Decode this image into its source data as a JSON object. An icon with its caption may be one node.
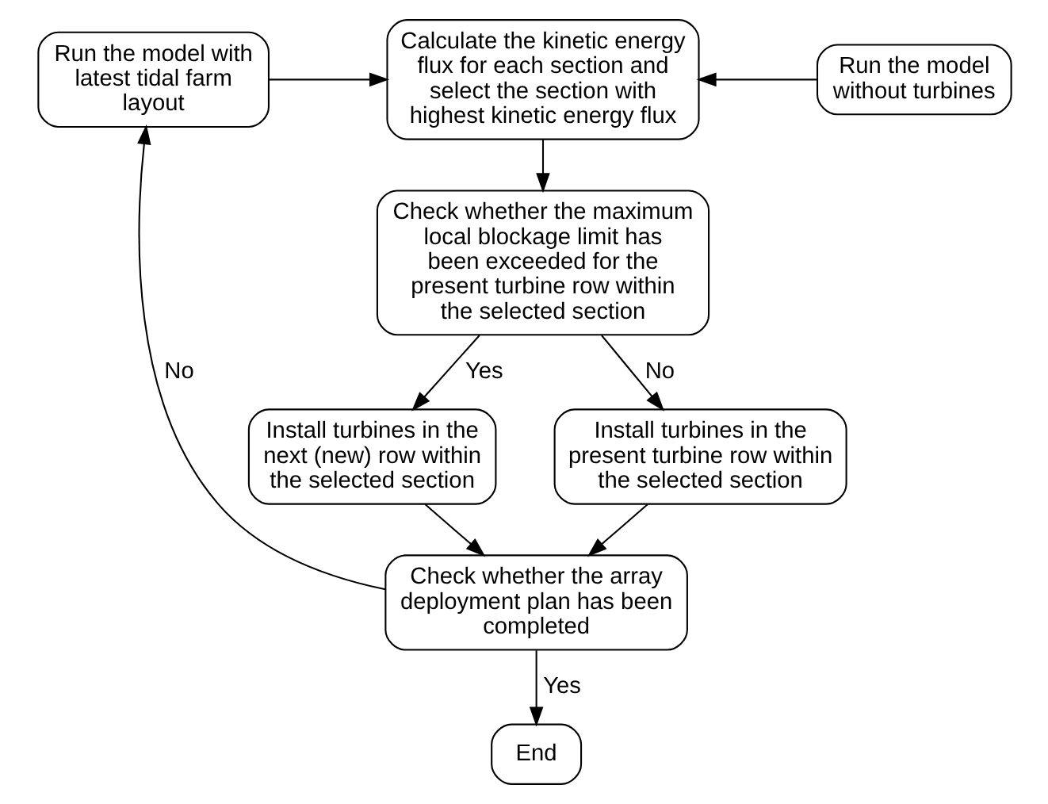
{
  "diagram": {
    "nodes": [
      {
        "text": [
          "Run the model with latest tidal farm layout"
        ]
      },
      {
        "text": [
          "Calculate the kinetic energy flux for each section and select the section with highest kinetic energy flux"
        ]
      },
      {
        "text": [
          "Run the model without turbines"
        ]
      },
      {
        "text": [
          "Check whether the maximum local blockage limit has been exceeded for the present turbine row within the selected section"
        ]
      },
      {
        "text": [
          "Install turbines in the next (new) row within the selected section"
        ]
      },
      {
        "text": [
          "Install turbines in the present turbine row within the selected section"
        ]
      },
      {
        "text": [
          "Check whether the array deployment plan has been completed"
        ]
      },
      {
        "text": [
          "End"
        ]
      }
    ],
    "edges": [
      {
        "from": 0,
        "to": 1,
        "arrow": "to"
      },
      {
        "from": 2,
        "to": 1,
        "arrow": "to"
      },
      {
        "from": 1,
        "to": 3,
        "arrow": "to"
      },
      {
        "from": 3,
        "to": 4,
        "arrow": "to",
        "label": "Yes"
      },
      {
        "from": 3,
        "to": 5,
        "arrow": "to",
        "label": "No"
      },
      {
        "from": 4,
        "to": 6,
        "arrow": "to"
      },
      {
        "from": 5,
        "to": 6,
        "arrow": "to"
      },
      {
        "from": 6,
        "to": 7,
        "arrow": "to",
        "label": "Yes"
      },
      {
        "from": 6,
        "to": 0,
        "arrow": "to",
        "label": "No"
      }
    ]
  }
}
